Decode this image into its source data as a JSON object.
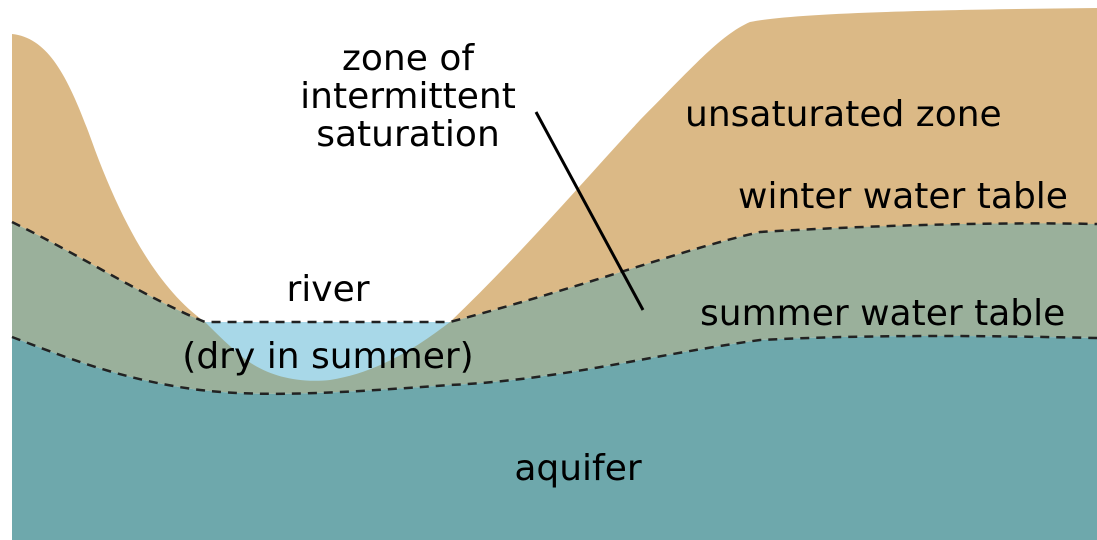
{
  "labels": {
    "zone_line1": "zone of",
    "zone_line2": "intermittent",
    "zone_line3": "saturation",
    "unsaturated": "unsaturated zone",
    "winter": "winter water table",
    "summer": "summer water table",
    "river": "river",
    "dry": "(dry in summer)",
    "aquifer": "aquifer"
  },
  "colors": {
    "unsaturated_zone": "#dbb986",
    "intermittent_zone": "#9ab09b",
    "aquifer": "#6ea8ac",
    "river_water": "#a8d8e8",
    "lines": "#222222"
  }
}
